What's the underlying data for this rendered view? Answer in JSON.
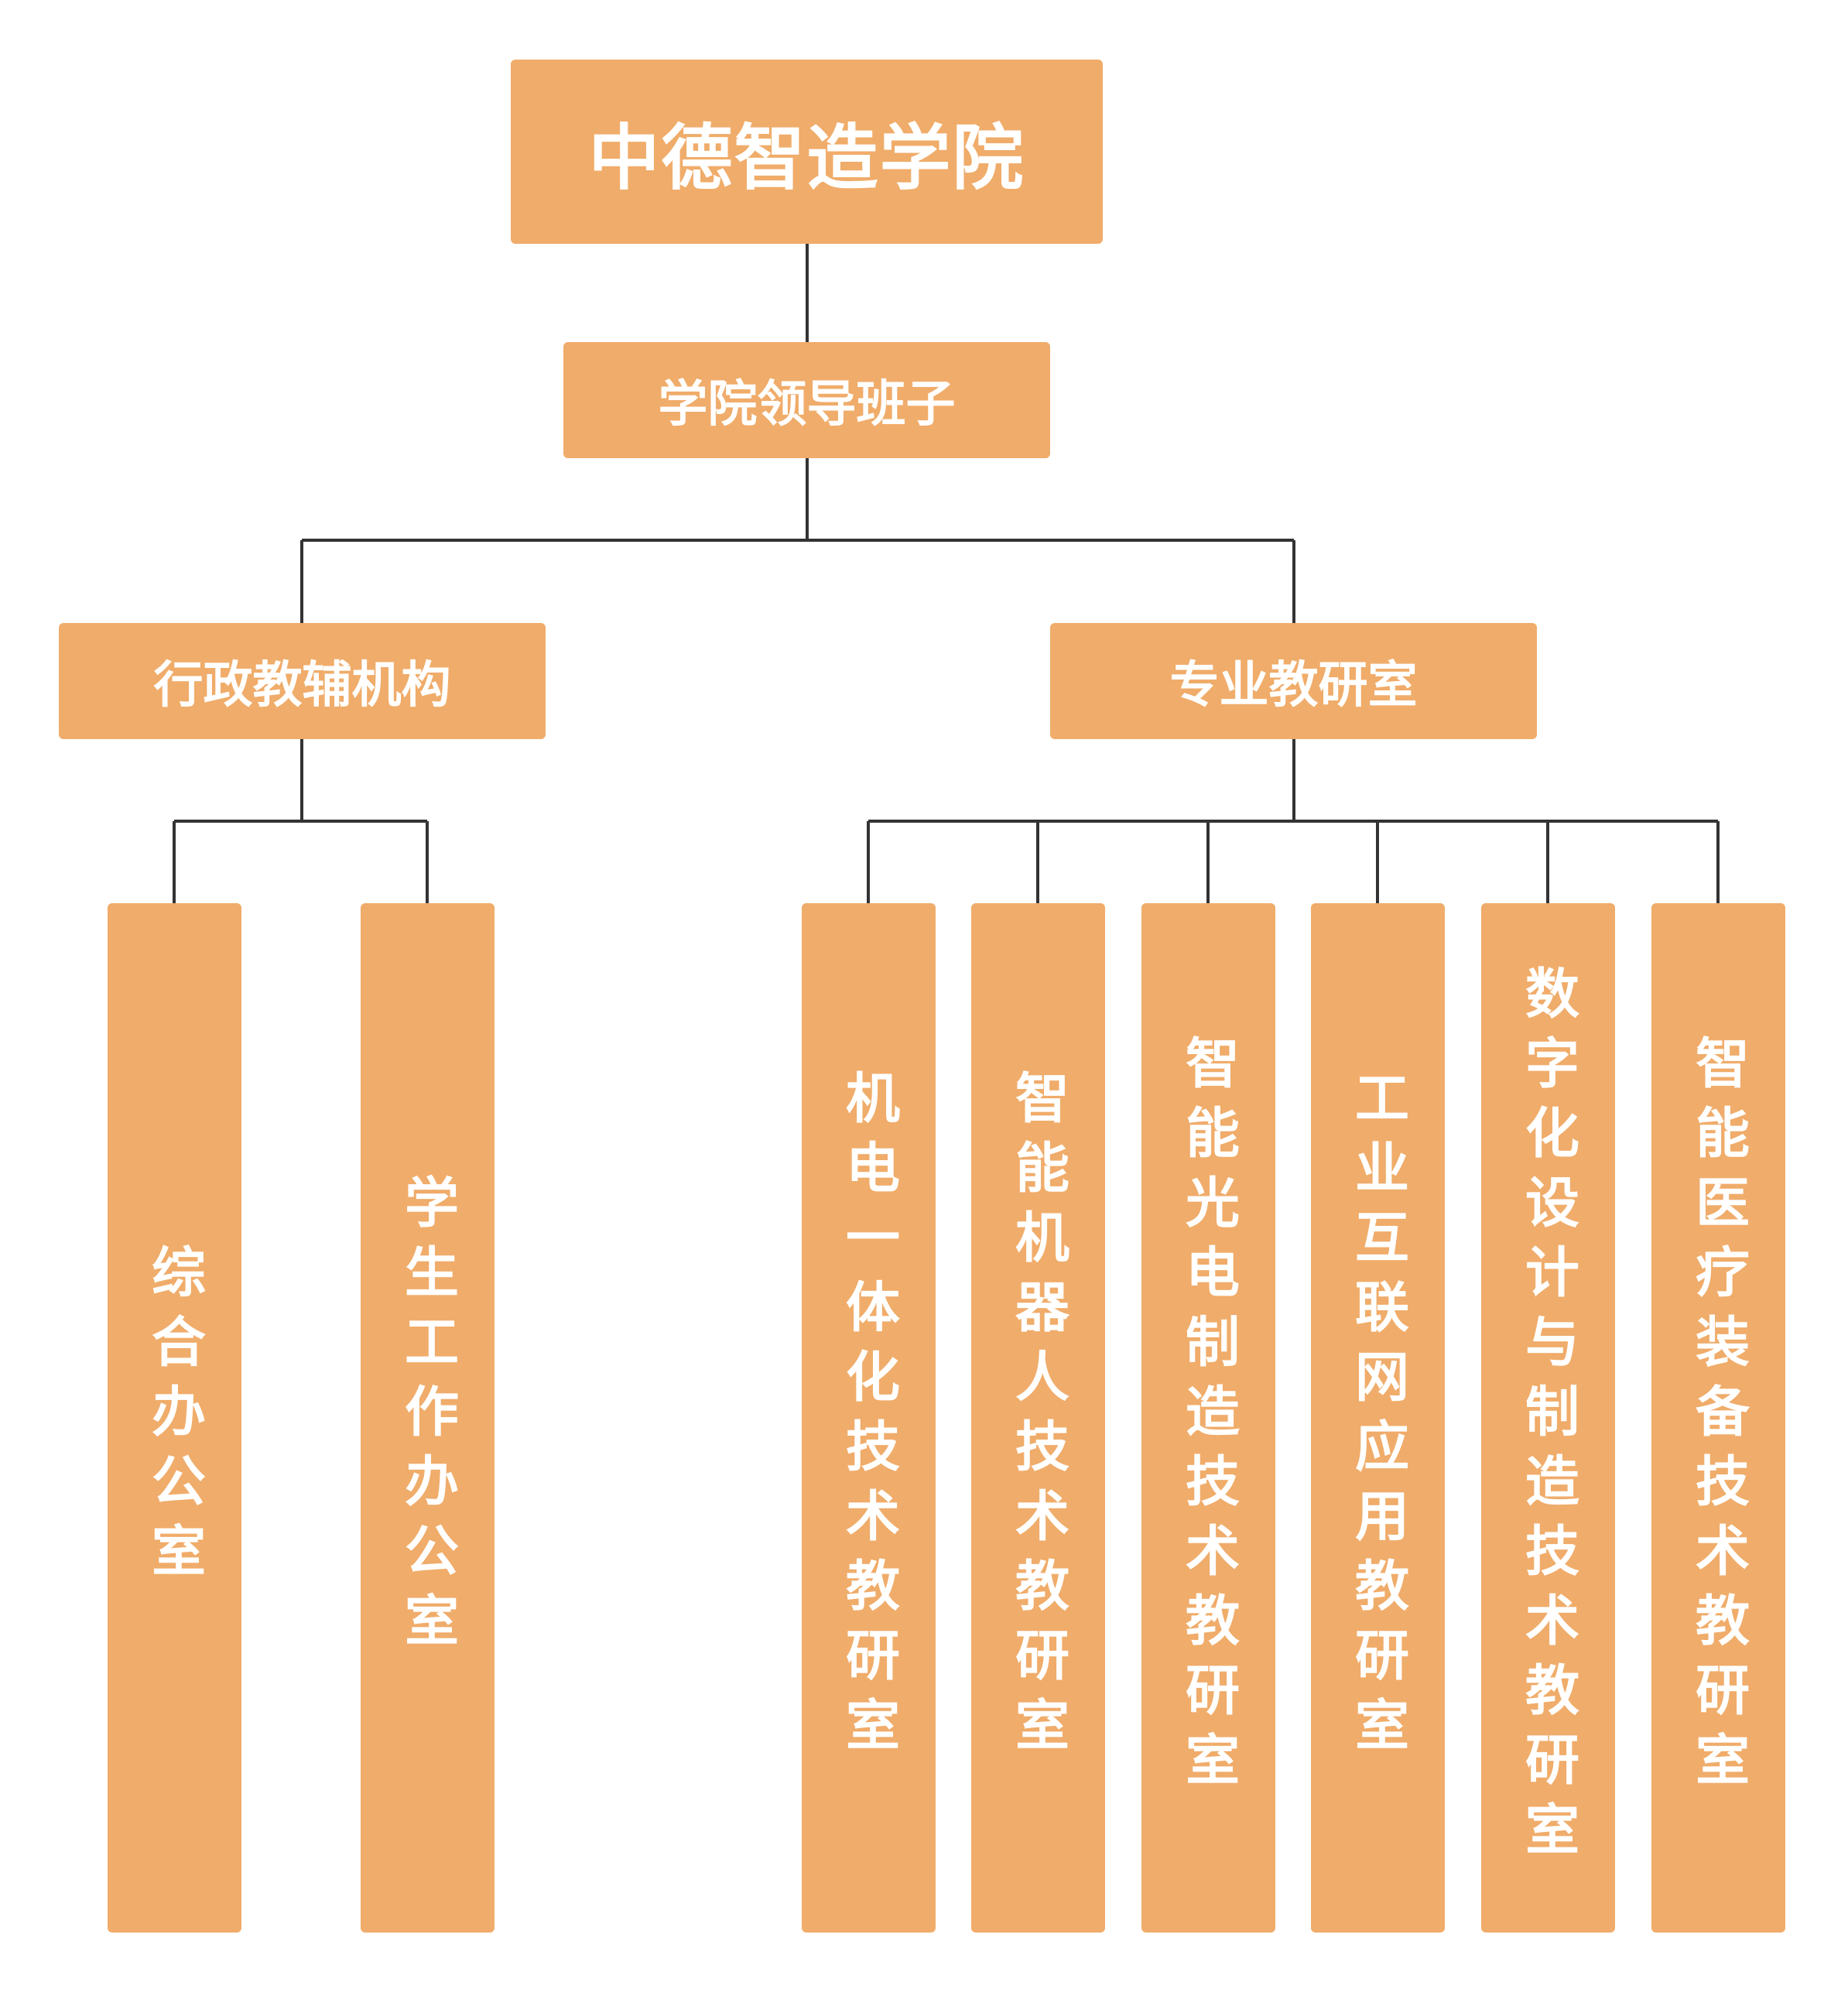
{
  "root": {
    "label": "中德智造学院"
  },
  "leadership": {
    "label": "学院领导班子"
  },
  "admin": {
    "label": "行政教辅机构",
    "children": [
      {
        "label": "综合办公室"
      },
      {
        "label": "学生工作办公室"
      }
    ]
  },
  "teaching": {
    "label": "专业教研室",
    "children": [
      {
        "label": "机电一体化技术教研室"
      },
      {
        "label": "智能机器人技术教研室"
      },
      {
        "label": "智能光电制造技术教研室"
      },
      {
        "label": "工业互联网应用教研室"
      },
      {
        "label": "数字化设计与制造技术教研室"
      },
      {
        "label": "智能医疗装备技术教研室"
      }
    ]
  },
  "colors": {
    "box_fill": "#F0AC6A",
    "line": "#333333",
    "text": "#FFFFFF"
  }
}
